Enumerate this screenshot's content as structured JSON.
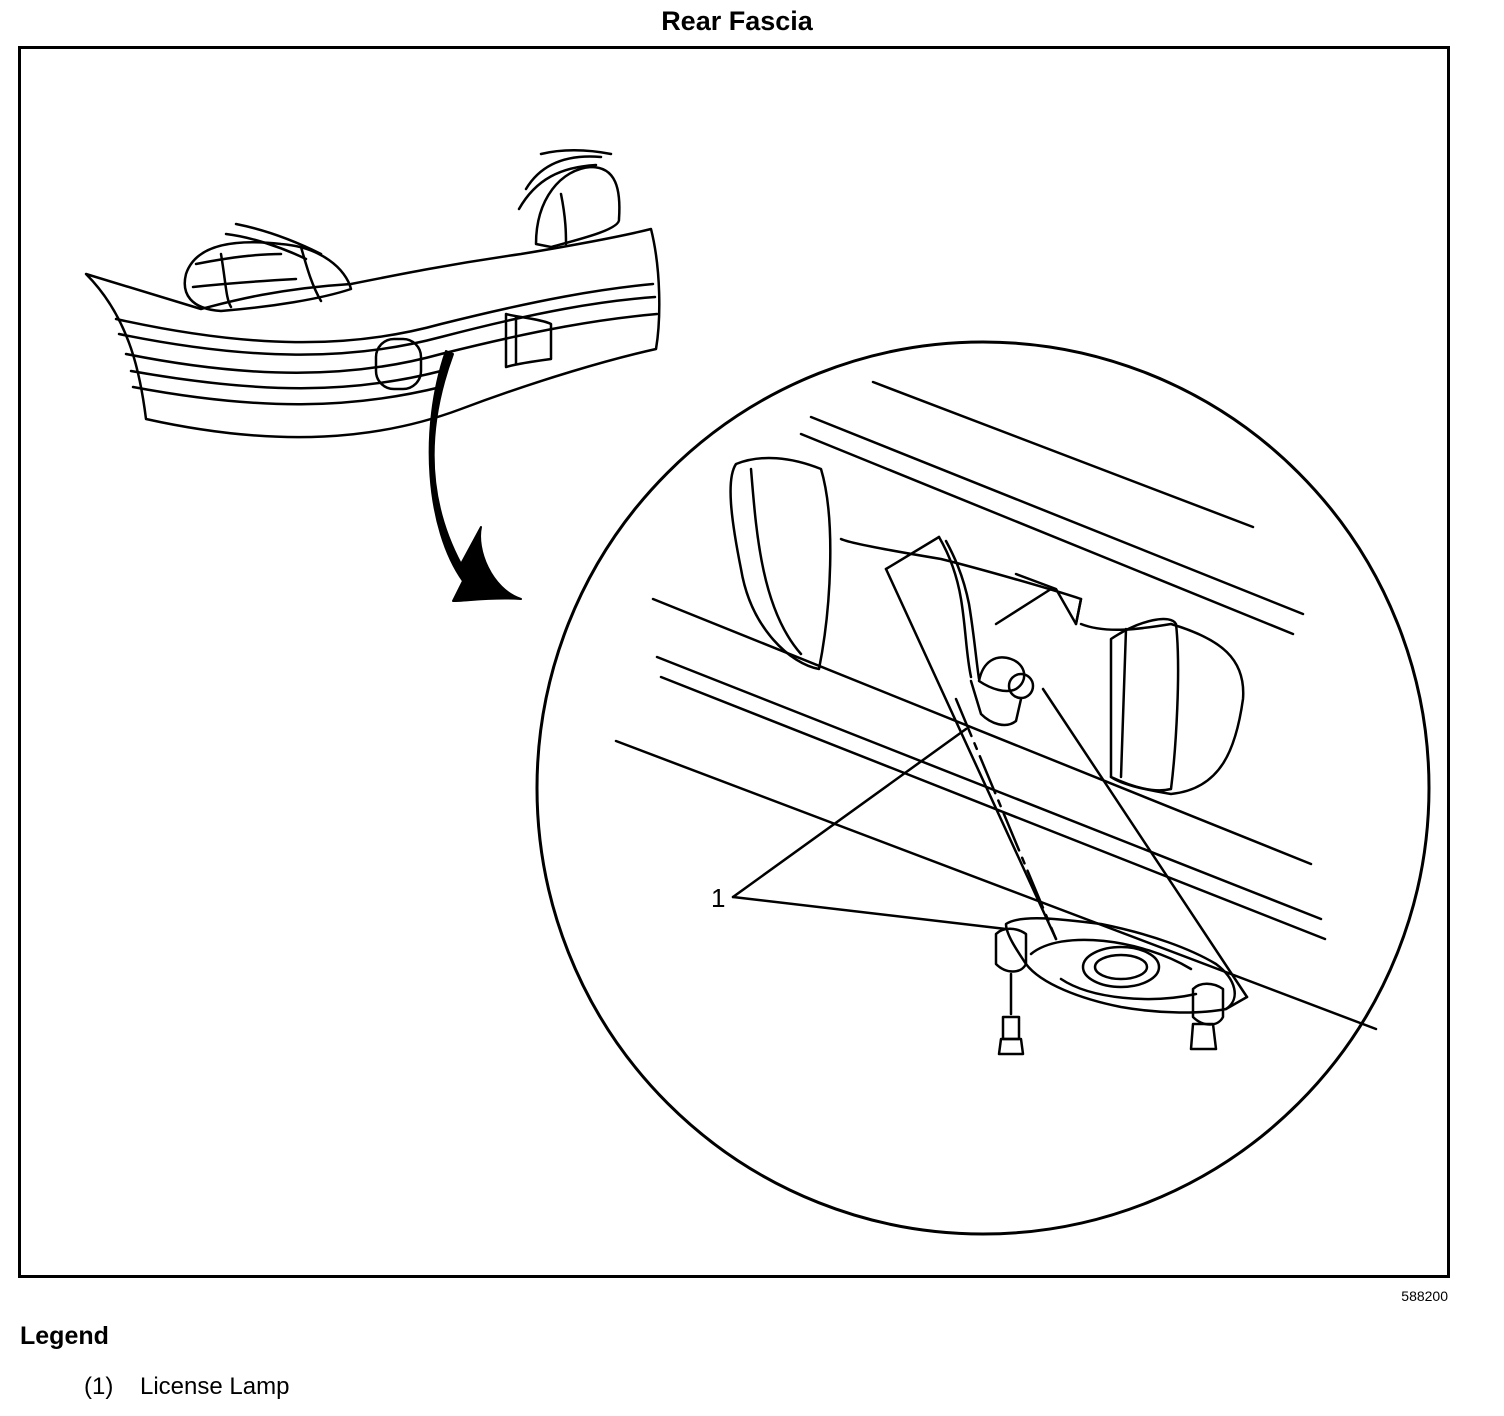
{
  "figure": {
    "title": "Rear Fascia",
    "figure_number": "588200",
    "callout_label": "1"
  },
  "legend": {
    "heading": "Legend",
    "items": [
      {
        "number": "(1)",
        "label": "License Lamp"
      }
    ]
  },
  "colors": {
    "ink": "#000000",
    "paper": "#ffffff"
  }
}
